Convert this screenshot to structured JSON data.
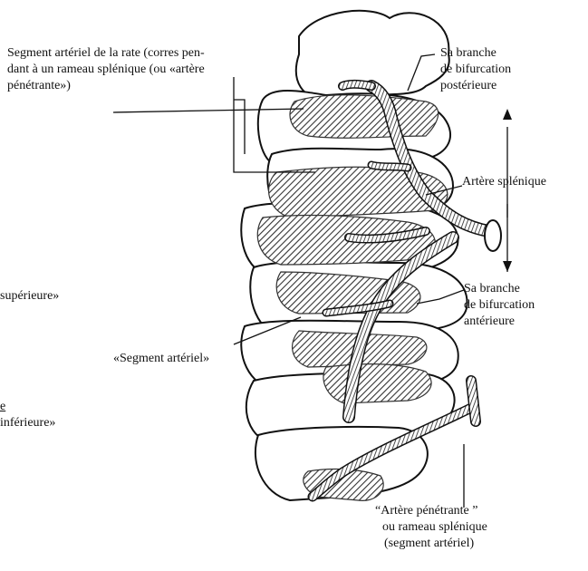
{
  "labels": {
    "segment_arteriel_rate": [
      "Segment artériel de la rate (corres pen-",
      "dant à un rameau splénique (ou «artère",
      "pénétrante»)"
    ],
    "branche_posterieure": [
      "Sa branche",
      "de bifurcation",
      "postérieure"
    ],
    "artere_splenique": "Artère splénique",
    "branche_anterieure": [
      "Sa branche",
      "de bifurcation",
      "antérieure"
    ],
    "segment_arteriel": "«Segment artériel»",
    "artere_penetrante": [
      "“Artère pénétrante ”",
      "ou rameau splénique",
      "(segment artériel)"
    ],
    "left_partial_1": "supérieure»",
    "left_partial_2": "e",
    "left_partial_3": "inférieure»"
  },
  "colors": {
    "ink": "#111111",
    "shade": "#555555",
    "paper": "#ffffff"
  }
}
